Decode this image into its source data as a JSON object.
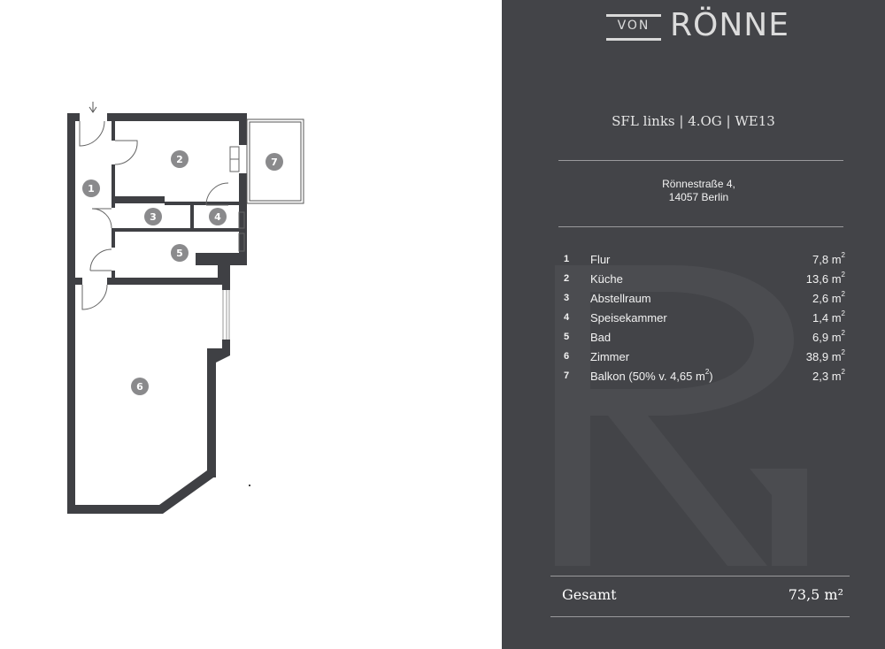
{
  "brand": {
    "prefix": "VON",
    "name": "RÖNNE"
  },
  "unit_title": "SFL links  |  4.OG  |  WE13",
  "address": {
    "street": "Rönnestraße 4,",
    "city": "14057 Berlin"
  },
  "rooms": [
    {
      "num": "1",
      "name": "Flur",
      "area": "7,8 m",
      "unit_sup": "2"
    },
    {
      "num": "2",
      "name": "Küche",
      "area": "13,6 m",
      "unit_sup": "2"
    },
    {
      "num": "3",
      "name": "Abstellraum",
      "area": "2,6 m",
      "unit_sup": "2"
    },
    {
      "num": "4",
      "name": "Speisekammer",
      "area": "1,4 m",
      "unit_sup": "2"
    },
    {
      "num": "5",
      "name": "Bad",
      "area": "6,9 m",
      "unit_sup": "2"
    },
    {
      "num": "6",
      "name": "Zimmer",
      "area": "38,9 m",
      "unit_sup": "2"
    },
    {
      "num": "7",
      "name": "Balkon (50% v. 4,65 m",
      "name_sup": "2",
      "name_suffix": ")",
      "area": "2,3 m",
      "unit_sup": "2"
    }
  ],
  "total": {
    "label": "Gesamt",
    "value": "73,5 m²"
  },
  "plan_labels": [
    "1",
    "2",
    "3",
    "4",
    "5",
    "6",
    "7"
  ],
  "colors": {
    "panel": "#434448",
    "wall": "#3f4044",
    "marker": "#8a8a8c"
  }
}
